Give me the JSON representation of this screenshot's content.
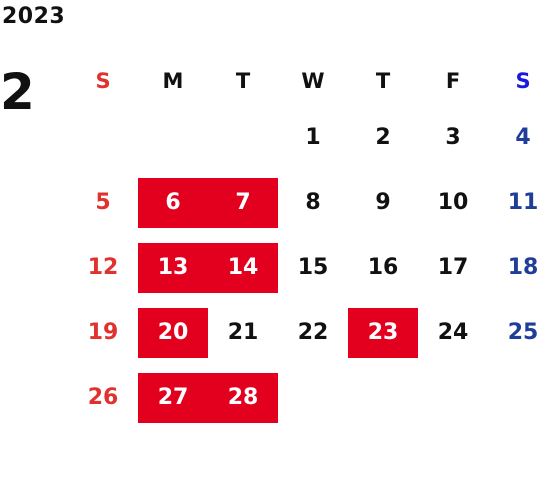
{
  "year": "2023",
  "month": "2",
  "colors": {
    "sunday": "#e0332f",
    "saturday": "#1f3d99",
    "highlight_bg": "#e3001f",
    "highlight_text": "#ffffff",
    "weekday": "#111111"
  },
  "weekdays": [
    "S",
    "M",
    "T",
    "W",
    "T",
    "F",
    "S"
  ],
  "weeks": [
    [
      {
        "day": "",
        "hl": false
      },
      {
        "day": "",
        "hl": false
      },
      {
        "day": "",
        "hl": false
      },
      {
        "day": "1",
        "hl": false
      },
      {
        "day": "2",
        "hl": false
      },
      {
        "day": "3",
        "hl": false
      },
      {
        "day": "4",
        "hl": false
      }
    ],
    [
      {
        "day": "5",
        "hl": false
      },
      {
        "day": "6",
        "hl": true
      },
      {
        "day": "7",
        "hl": true
      },
      {
        "day": "8",
        "hl": false
      },
      {
        "day": "9",
        "hl": false
      },
      {
        "day": "10",
        "hl": false
      },
      {
        "day": "11",
        "hl": false
      }
    ],
    [
      {
        "day": "12",
        "hl": false
      },
      {
        "day": "13",
        "hl": true
      },
      {
        "day": "14",
        "hl": true
      },
      {
        "day": "15",
        "hl": false
      },
      {
        "day": "16",
        "hl": false
      },
      {
        "day": "17",
        "hl": false
      },
      {
        "day": "18",
        "hl": false
      }
    ],
    [
      {
        "day": "19",
        "hl": false
      },
      {
        "day": "20",
        "hl": true
      },
      {
        "day": "21",
        "hl": false
      },
      {
        "day": "22",
        "hl": false
      },
      {
        "day": "23",
        "hl": true
      },
      {
        "day": "24",
        "hl": false
      },
      {
        "day": "25",
        "hl": false
      }
    ],
    [
      {
        "day": "26",
        "hl": false
      },
      {
        "day": "27",
        "hl": true
      },
      {
        "day": "28",
        "hl": true
      },
      {
        "day": "",
        "hl": false
      },
      {
        "day": "",
        "hl": false
      },
      {
        "day": "",
        "hl": false
      },
      {
        "day": "",
        "hl": false
      }
    ]
  ]
}
